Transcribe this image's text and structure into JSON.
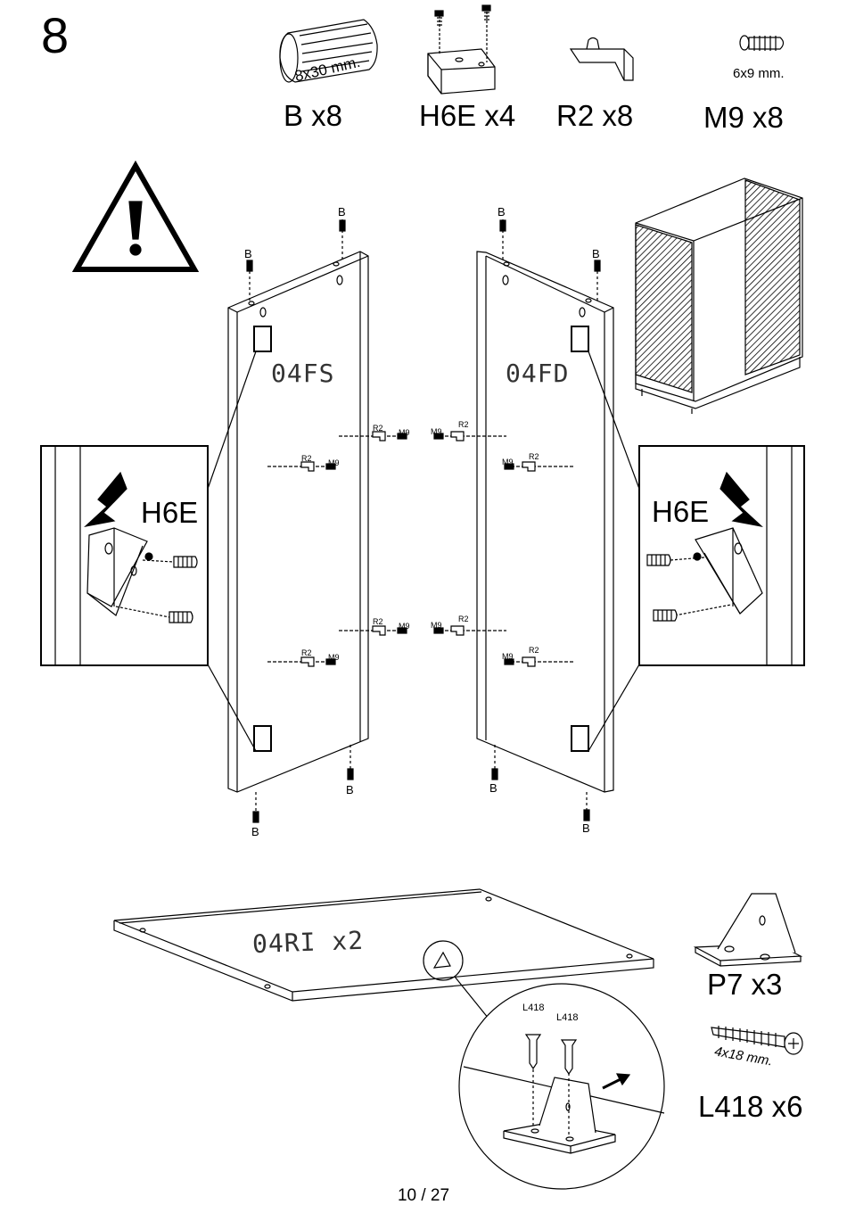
{
  "page": {
    "step_number": "8",
    "page_indicator": "10 / 27"
  },
  "hardware_parts": [
    {
      "code": "B",
      "qty_label": "B  x8",
      "dimension": "8x30 mm.",
      "icon": "wooden-dowel-icon"
    },
    {
      "code": "H6E",
      "qty_label": "H6E x4",
      "icon": "hinge-plate-icon"
    },
    {
      "code": "R2",
      "qty_label": "R2  x8",
      "icon": "shelf-support-icon"
    },
    {
      "code": "M9",
      "qty_label": "M9  x8",
      "dimension": "6x9 mm.",
      "icon": "euro-screw-icon"
    }
  ],
  "panels": {
    "left": {
      "code": "04FS"
    },
    "right": {
      "code": "04FD"
    },
    "shelf": {
      "label": "04RI  x2"
    }
  },
  "callouts": {
    "left_hinge": "H6E",
    "right_hinge": "H6E"
  },
  "markers": {
    "dowel": "B",
    "support": "R2",
    "screw": "M9"
  },
  "shelf_fittings": [
    {
      "code": "P7",
      "qty_label": "P7  x3",
      "icon": "angle-bracket-icon"
    },
    {
      "code": "L418",
      "qty_label": "L418  x6",
      "dimension": "4x18 mm.",
      "icon": "wood-screw-icon"
    }
  ],
  "detail_labels": {
    "screw_a": "L418",
    "screw_b": "L418"
  },
  "warning": {
    "icon": "warning-triangle-icon"
  }
}
